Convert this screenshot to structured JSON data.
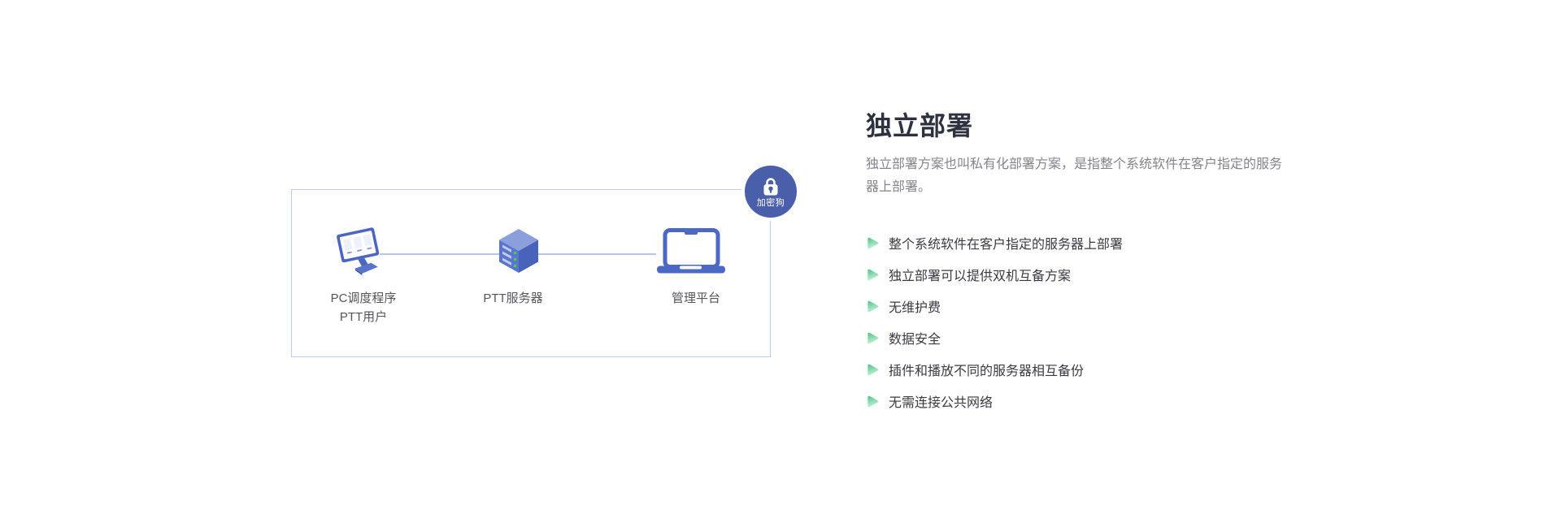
{
  "colors": {
    "primary_blue": "#4a66c2",
    "badge_blue": "#4a5fa9",
    "border_light_blue": "#b9cce9",
    "connector_blue": "#b0c7e8",
    "bullet_green_dark": "#5ec893",
    "bullet_green_light": "#b9edd3",
    "title_color": "#2e313f",
    "desc_color": "#84848c"
  },
  "diagram": {
    "badge": {
      "label": "加密狗",
      "icon": "lock-icon"
    },
    "nodes": [
      {
        "id": "pc",
        "icon": "desktop-monitor-icon",
        "label_line1": "PC调度程序",
        "label_line2": "PTT用户"
      },
      {
        "id": "server",
        "icon": "server-icon",
        "label": "PTT服务器"
      },
      {
        "id": "laptop",
        "icon": "laptop-icon",
        "label": "管理平台"
      }
    ]
  },
  "content": {
    "title": "独立部署",
    "description": "独立部署方案也叫私有化部署方案，是指整个系统软件在客户指定的服务器上部署。",
    "bullets": [
      "整个系统软件在客户指定的服务器上部署",
      "独立部署可以提供双机互备方案",
      "无维护费",
      "数据安全",
      "插件和播放不同的服务器相互备份",
      "无需连接公共网络"
    ]
  }
}
